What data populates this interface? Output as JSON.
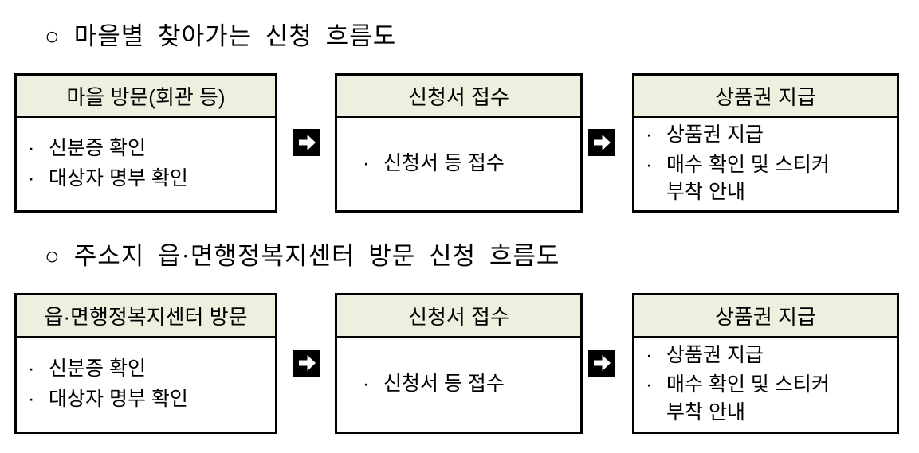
{
  "colors": {
    "background": "#ffffff",
    "box_border": "#000000",
    "box_header_fill": "#ebf1de",
    "arrow_background": "#000000",
    "arrow_glyph": "#ffffff",
    "text": "#000000"
  },
  "icons": {
    "heading_marker": "○",
    "flow_arrow": "➡"
  },
  "sections": [
    {
      "heading_marker": "○",
      "heading": "마을별 찾아가는 신청 흐름도",
      "boxes": [
        {
          "header": "마을 방문(회관 등)",
          "items": [
            {
              "bullet": "·",
              "text": "신분증 확인"
            },
            {
              "bullet": "·",
              "text": "대상자 명부 확인"
            }
          ]
        },
        {
          "header": "신청서 접수",
          "items": [
            {
              "bullet": "·",
              "text": "신청서 등 접수"
            }
          ]
        },
        {
          "header": "상품권 지급",
          "items": [
            {
              "bullet": "·",
              "text": "상품권 지급"
            },
            {
              "bullet": "·",
              "text": "매수 확인 및 스티커\n부착 안내"
            }
          ]
        }
      ]
    },
    {
      "heading_marker": "○",
      "heading": "주소지 읍·면행정복지센터 방문 신청 흐름도",
      "boxes": [
        {
          "header": "읍·면행정복지센터 방문",
          "items": [
            {
              "bullet": "·",
              "text": "신분증 확인"
            },
            {
              "bullet": "·",
              "text": "대상자 명부 확인"
            }
          ]
        },
        {
          "header": "신청서 접수",
          "items": [
            {
              "bullet": "·",
              "text": "신청서 등 접수"
            }
          ]
        },
        {
          "header": "상품권 지급",
          "items": [
            {
              "bullet": "·",
              "text": "상품권 지급"
            },
            {
              "bullet": "·",
              "text": "매수 확인 및 스티커\n부착 안내"
            }
          ]
        }
      ]
    }
  ]
}
